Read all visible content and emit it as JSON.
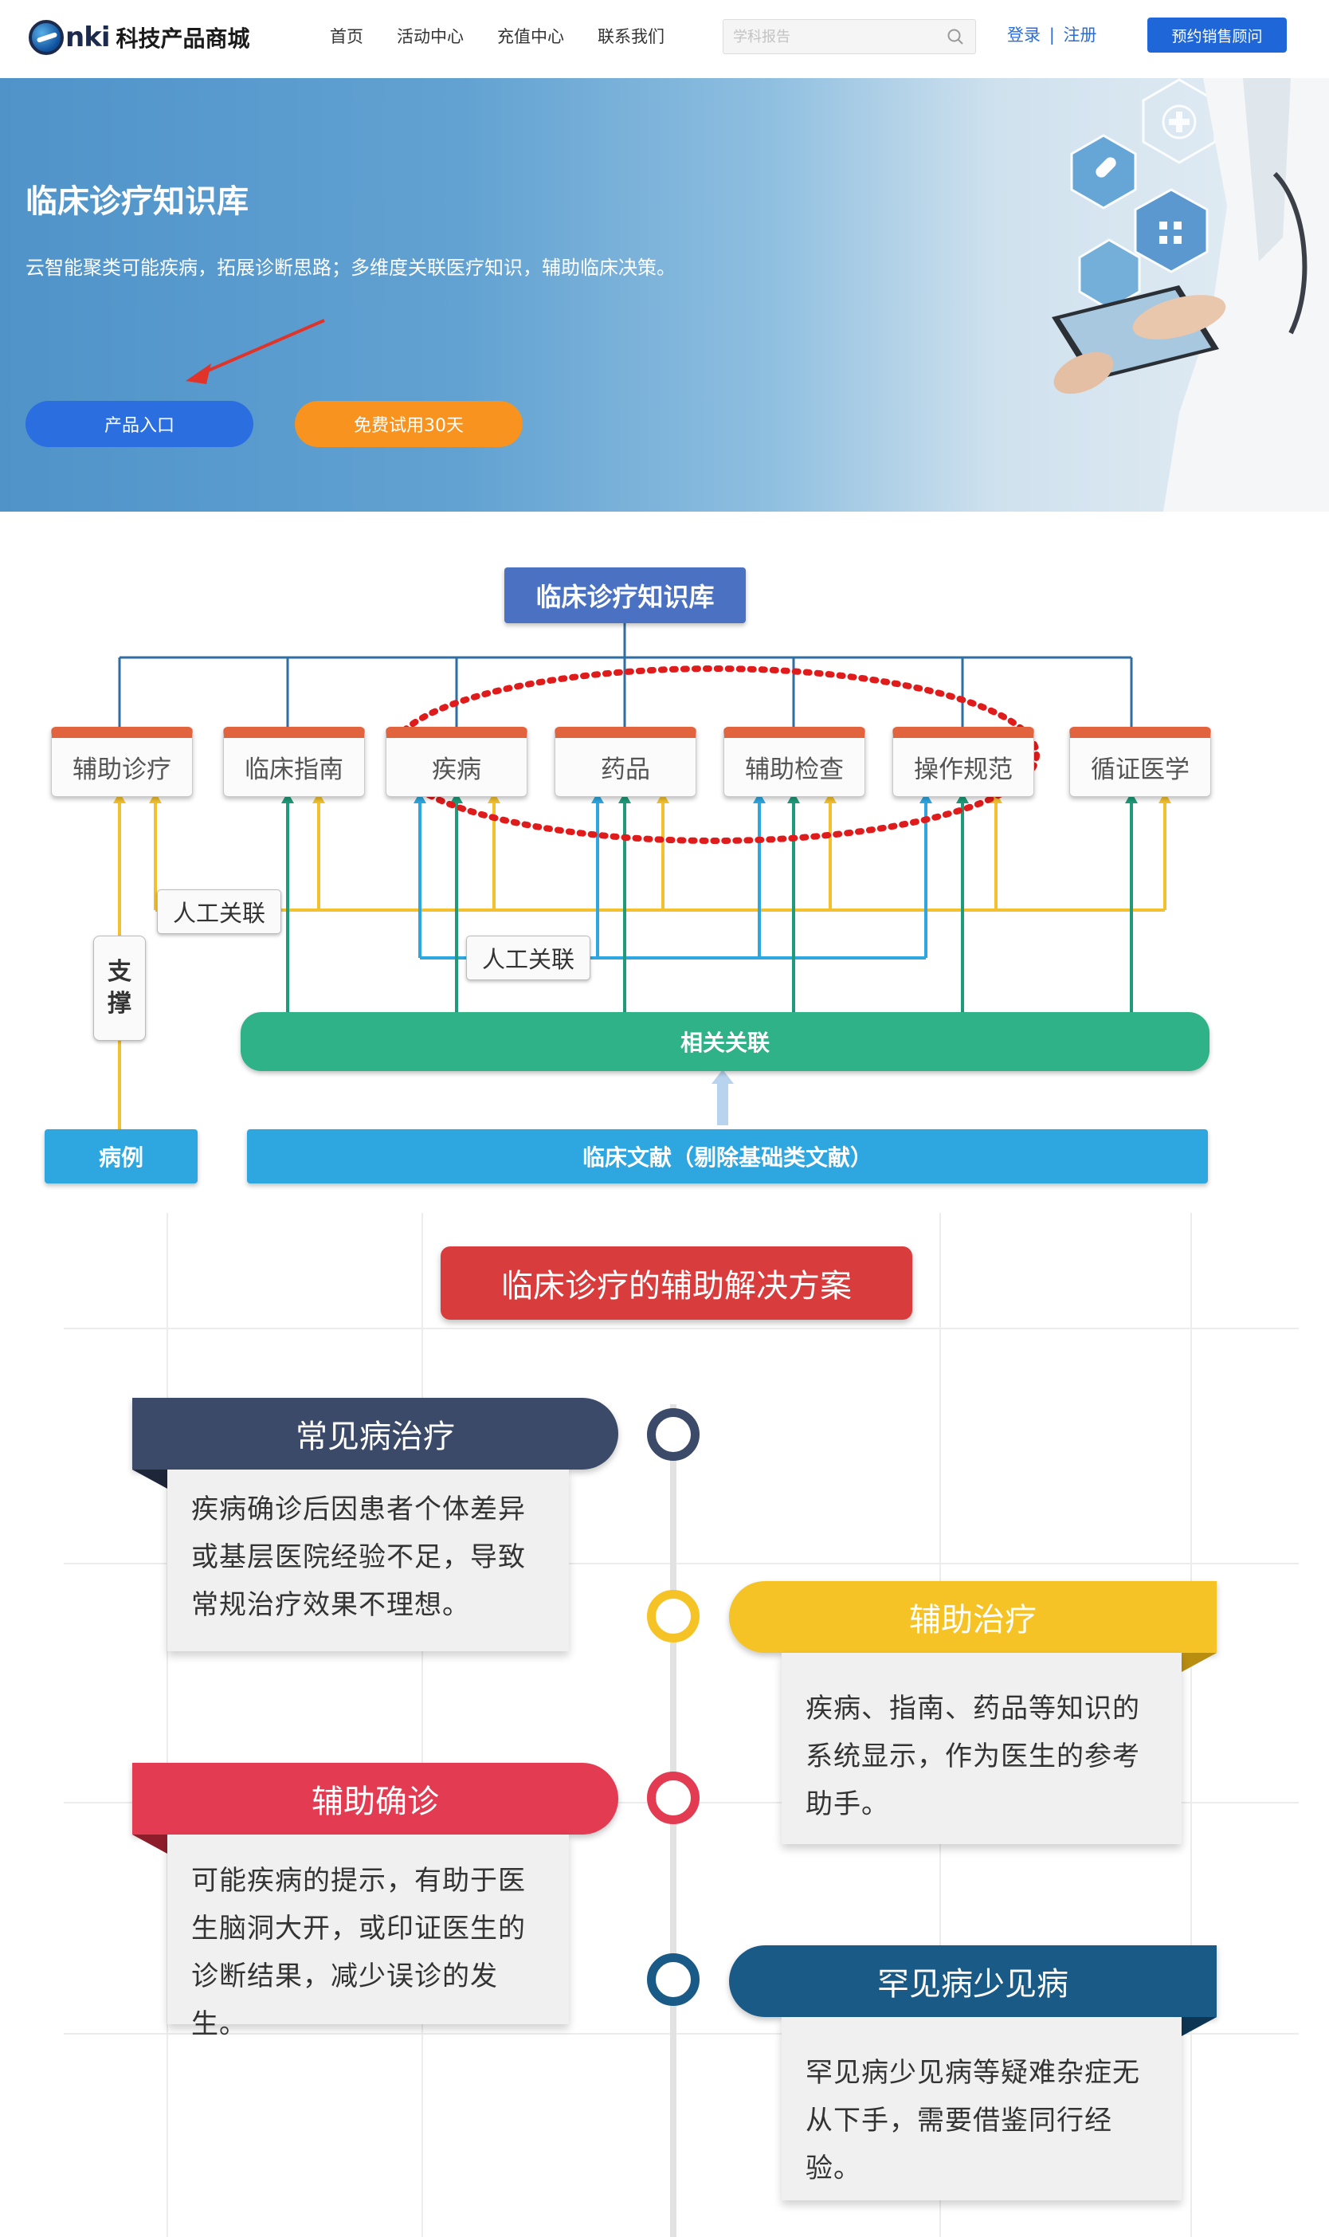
{
  "header": {
    "logo_mark": "CNKI",
    "logo_text": "科技产品商城",
    "nav": [
      "首页",
      "活动中心",
      "充值中心",
      "联系我们"
    ],
    "search_placeholder": "学科报告",
    "login": "登录",
    "separator": "|",
    "register": "注册",
    "consult_button": "预约销售顾问"
  },
  "hero": {
    "title": "临床诊疗知识库",
    "subtitle": "云智能聚类可能疾病，拓展诊断思路；多维度关联医疗知识，辅助临床决策。",
    "entry_button": "产品入口",
    "trial_button": "免费试用30天"
  },
  "diagram": {
    "root": "临床诊疗知识库",
    "categories": [
      "辅助诊疗",
      "临床指南",
      "疾病",
      "药品",
      "辅助检查",
      "操作规范",
      "循证医学"
    ],
    "manual_link_1": "人工关联",
    "manual_link_2": "人工关联",
    "support_1": "支",
    "support_2": "撑",
    "correlation": "相关关联",
    "cases": "病例",
    "literature": "临床文献（剔除基础类文献）",
    "colors": {
      "root": "#4b72c2",
      "cat_top": "#e2643f",
      "green": "#2fb287",
      "blue": "#2ea6e0",
      "yellow": "#f3c12f",
      "teal": "#1f9a7a",
      "red_dotted": "#e01b1b"
    }
  },
  "solutions": {
    "title": "临床诊疗的辅助解决方案",
    "items": [
      {
        "tag": "常见病治疗",
        "color": "#3b4a68",
        "text": [
          "疾病确诊后因患者个体差异",
          "或基层医院经验不足，导致",
          "常规治疗效果不理想。"
        ]
      },
      {
        "tag": "辅助治疗",
        "color": "#f5c326",
        "text": [
          "疾病、指南、药品等知识的",
          "系统显示，作为医生的参考",
          "助手。"
        ]
      },
      {
        "tag": "辅助确诊",
        "color": "#e23b52",
        "text": [
          "可能疾病的提示，有助于医",
          "生脑洞大开，或印证医生的",
          "诊断结果，减少误诊的发生。"
        ]
      },
      {
        "tag": "罕见病少见病",
        "color": "#1a5a86",
        "text": [
          "罕见病少见病等疑难杂症无",
          "从下手，需要借鉴同行经验。"
        ]
      }
    ]
  }
}
